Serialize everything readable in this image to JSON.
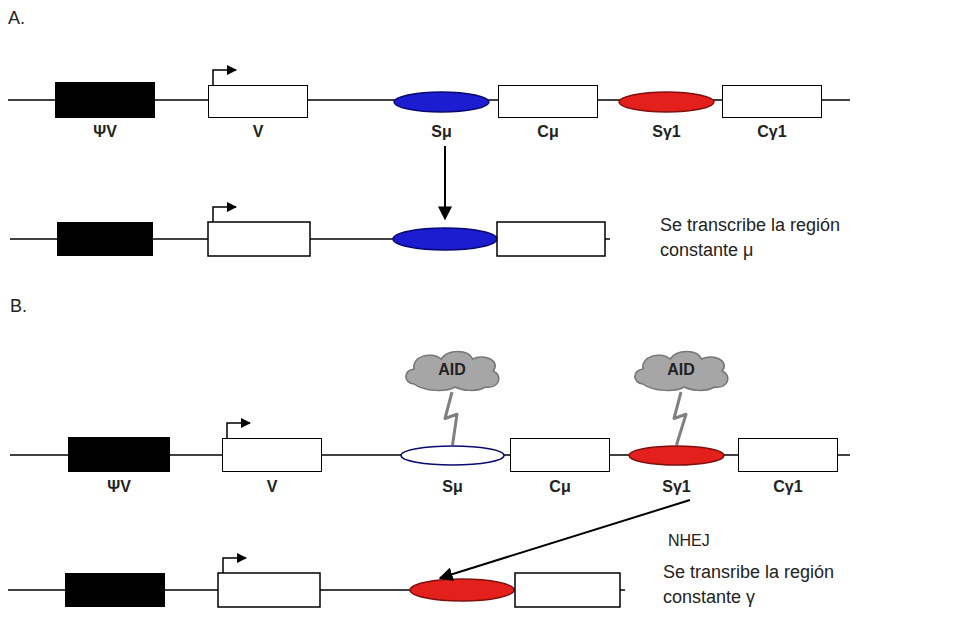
{
  "diagram": {
    "nodes": [
      {
        "text": [
          "ΨV"
        ]
      },
      {
        "text": [
          "V"
        ]
      },
      {
        "text": [
          "Sμ"
        ]
      },
      {
        "text": [
          "Cμ"
        ]
      },
      {
        "text": [
          "Sγ1"
        ]
      },
      {
        "text": [
          "Cγ1"
        ]
      },
      {
        "text": [
          "AID"
        ]
      },
      {
        "text": [
          "AID"
        ]
      },
      {
        "text": [
          "ΨV"
        ]
      },
      {
        "text": [
          "V"
        ]
      },
      {
        "text": [
          "Sμ"
        ]
      },
      {
        "text": [
          "Cμ"
        ]
      },
      {
        "text": [
          "Sγ1"
        ]
      },
      {
        "text": [
          "Cγ1"
        ]
      }
    ],
    "edges": [
      {
        "from": 6,
        "to": 10,
        "arrow": "none"
      },
      {
        "from": 7,
        "to": 12,
        "arrow": "none"
      }
    ],
    "labels": [
      "A.",
      "Se transcribe la región constante μ",
      "B.",
      "NHEJ",
      "Se transribe la región constante γ"
    ]
  }
}
